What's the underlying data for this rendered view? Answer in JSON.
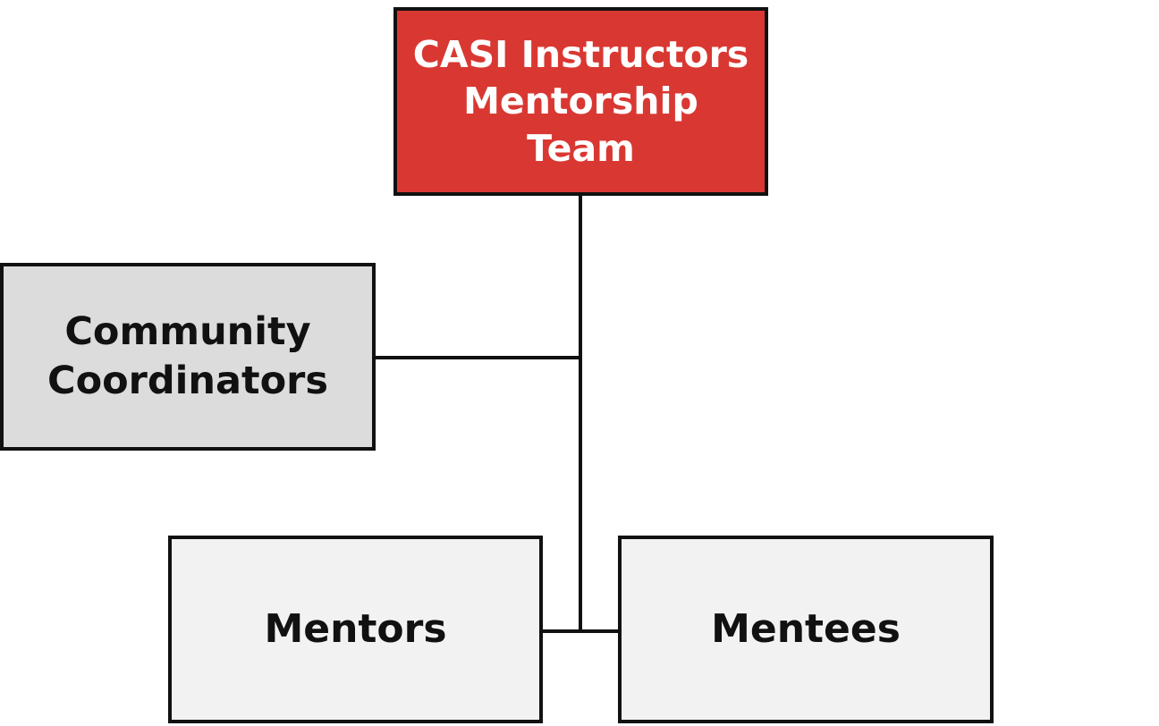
{
  "diagram": {
    "root": {
      "label": "CASI Instructors Mentorship Team",
      "lines": [
        "CASI Instructors",
        "Mentorship",
        "Team"
      ],
      "fill": "#d93832"
    },
    "coordinators": {
      "label": "Community Coordinators",
      "lines": [
        "Community",
        "Coordinators"
      ],
      "fill": "#dcdcdc"
    },
    "mentors": {
      "label": "Mentors",
      "fill": "#f2f2f2"
    },
    "mentees": {
      "label": "Mentees",
      "fill": "#f2f2f2"
    },
    "line_color": "#111111",
    "edges": [
      {
        "from": "CASI Instructors Mentorship Team",
        "to": "Community Coordinators"
      },
      {
        "from": "CASI Instructors Mentorship Team",
        "to": "Mentors"
      },
      {
        "from": "CASI Instructors Mentorship Team",
        "to": "Mentees"
      }
    ]
  }
}
